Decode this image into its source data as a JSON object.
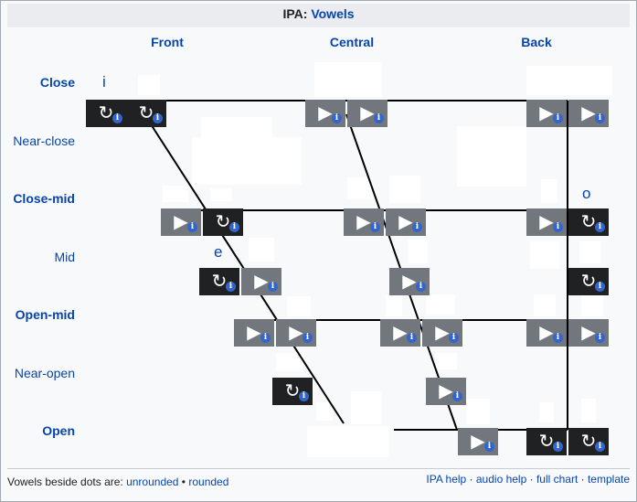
{
  "title": {
    "prefix": "IPA",
    "colon": ": ",
    "link": "Vowels"
  },
  "columns": [
    "Front",
    "Central",
    "Back"
  ],
  "rows": [
    "Close",
    "Near-close",
    "Close-mid",
    "Mid",
    "Open-mid",
    "Near-open",
    "Open"
  ],
  "vowels": {
    "i": "i",
    "e": "e",
    "o": "o"
  },
  "footer": {
    "prefix": "Vowels beside dots are: ",
    "unrounded": "unrounded",
    "sep": " • ",
    "rounded": "rounded",
    "ipa_help": "IPA help",
    "audio_help": "audio help",
    "full_chart": "full chart",
    "template": "template",
    "dot": " · "
  },
  "icons": {
    "play": "play-icon",
    "replay": "replay-icon",
    "info": "info-icon"
  },
  "colors": {
    "link": "#0645ad",
    "player_light": "#72777d",
    "player_dark": "#202122",
    "info": "#3366cc"
  }
}
